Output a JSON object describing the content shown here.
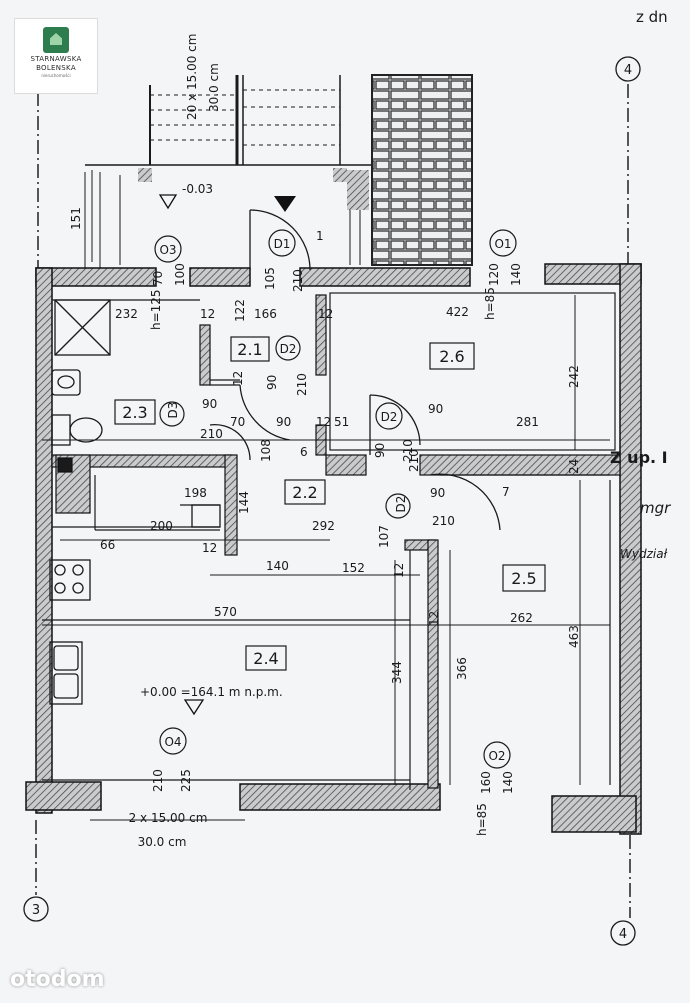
{
  "logo": {
    "line1": "STARNAWSKA",
    "line2": "BOLENSKA",
    "line3": "nieruchomości"
  },
  "watermark": "otodom",
  "header": {
    "corner_text": "z dn"
  },
  "grid_axes": {
    "top_right": "4",
    "bottom_right": "4",
    "bottom_left": "3"
  },
  "rooms": [
    {
      "id": "2.1"
    },
    {
      "id": "2.2"
    },
    {
      "id": "2.3"
    },
    {
      "id": "2.4"
    },
    {
      "id": "2.5"
    },
    {
      "id": "2.6"
    }
  ],
  "doors": {
    "d1": "D1",
    "d2a": "D2",
    "d2b": "D2",
    "d2c": "D2",
    "d3": "D3"
  },
  "windows": {
    "o1": "O1",
    "o2": "O2",
    "o3": "O3",
    "o4": "O4"
  },
  "stairs": {
    "steps_v": "20 x 15.00 cm",
    "tread_v": "30.0 cm",
    "steps_h": "2 x 15.00 cm",
    "tread_h": "30.0 cm"
  },
  "levels": {
    "entry": "-0.03",
    "floor": "+0.00 =164.1 m n.p.m."
  },
  "side_text": {
    "a": "Z up. I",
    "b": "mgr",
    "c": "Wydział"
  },
  "dims": {
    "d151": "151",
    "d232": "232",
    "h125": "h=125",
    "d12a": "12",
    "d122": "122",
    "d166": "166",
    "d12b": "12",
    "d422": "422",
    "h85a": "h=85",
    "d12c": "12",
    "d90a": "90",
    "d210a": "210",
    "d242": "242",
    "d90b": "90",
    "d70a": "70",
    "d90c": "90",
    "d12d": "12",
    "d51": "51",
    "d90d": "90",
    "d281": "281",
    "d210b": "210",
    "d108": "108",
    "d6": "6",
    "d90e": "90",
    "d210c": "210",
    "d24": "24",
    "d198": "198",
    "d144": "144",
    "d200": "200",
    "d292": "292",
    "d107": "107",
    "d210d": "210",
    "d90f": "90",
    "d7": "7",
    "d12e": "12",
    "d66": "66",
    "d140a": "140",
    "d152": "152",
    "d12f": "12",
    "d570": "570",
    "d12g": "12",
    "d262": "262",
    "d463": "463",
    "d344": "344",
    "d366": "366",
    "d210e": "210",
    "d225": "225",
    "d160": "160",
    "d140b": "140",
    "h85b": "h=85",
    "d70b": "70",
    "d100": "100",
    "d105": "105",
    "d210f": "210",
    "d120": "120",
    "d140c": "140",
    "d210g": "210",
    "d1i": "1"
  }
}
